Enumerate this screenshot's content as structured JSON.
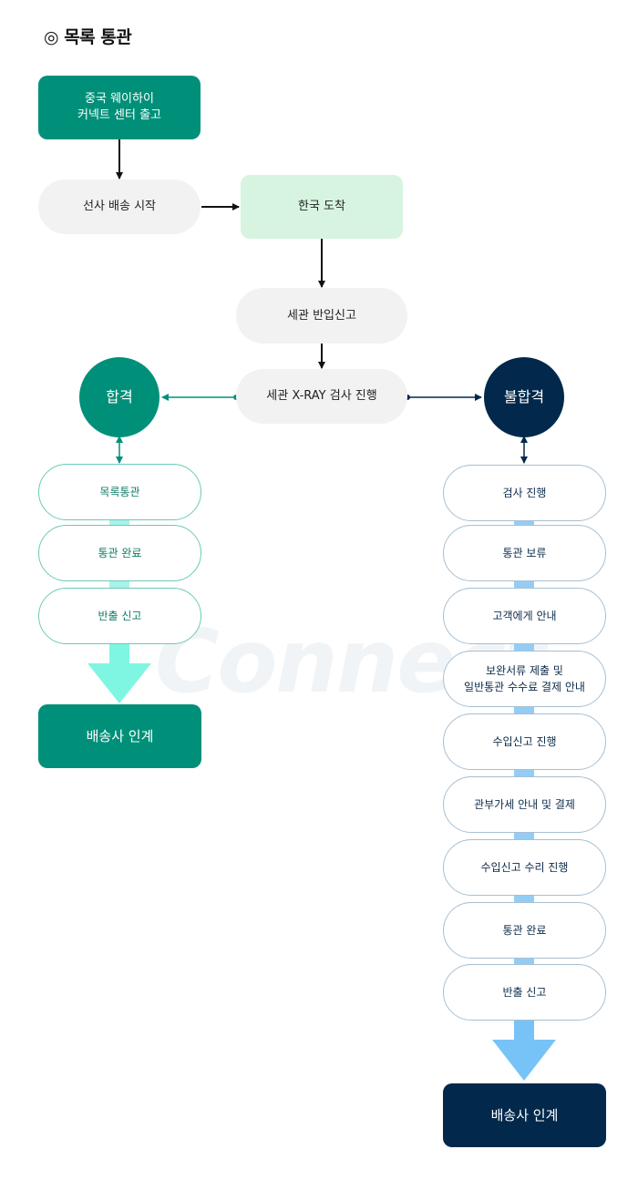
{
  "title": "◎ 목록 통관",
  "watermark": "Connect",
  "steps": {
    "depart": "중국 웨이하이\n커넥트 센터 출고",
    "ship": "선사 배송 시작",
    "arrive": "한국 도착",
    "report": "세관 반입신고",
    "xray": "세관 X-RAY 검사 진행"
  },
  "pass": {
    "label": "합격",
    "items": [
      "목록통관",
      "통관 완료",
      "반출 신고"
    ],
    "final": "배송사 인계"
  },
  "fail": {
    "label": "불합격",
    "items": [
      "검사 진행",
      "통관 보류",
      "고객에게 안내",
      "보완서류 제출 및\n일반통관 수수료 결제 안내",
      "수입신고 진행",
      "관부가세 안내 및 결제",
      "수입신고 수리 진행",
      "통관 완료",
      "반출 신고"
    ],
    "final": "배송사 인계"
  },
  "colors": {
    "green": "#009079",
    "light_green": "#d7f4e1",
    "navy": "#02284b",
    "pass_connector": "#a6f3ea",
    "fail_connector": "#93cdf5",
    "pass_arrow": "#7ff6e2",
    "fail_arrow": "#77c3f7"
  }
}
